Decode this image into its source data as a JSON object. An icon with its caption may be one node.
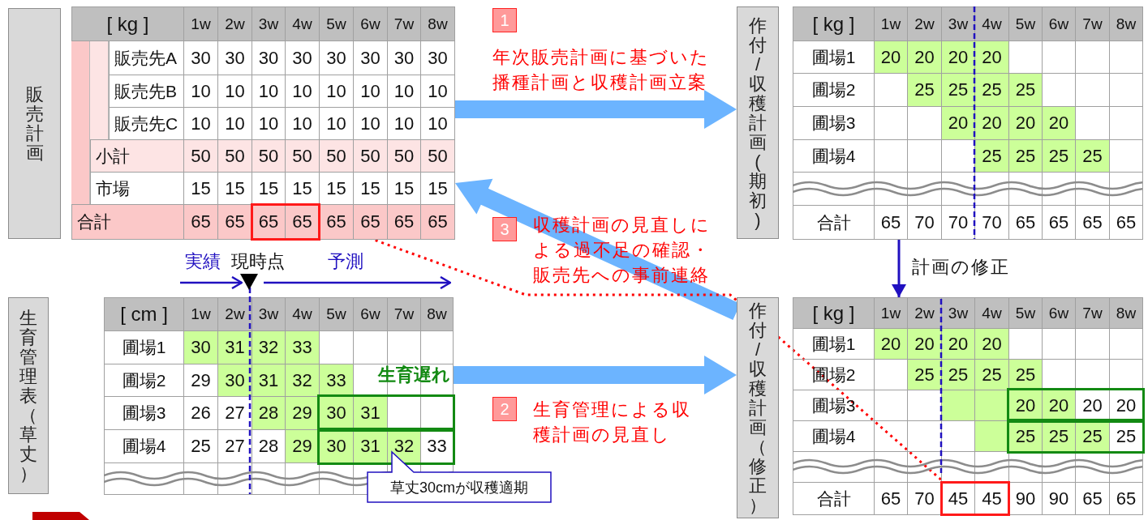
{
  "diagram": {
    "nodes": [
      {
        "text": [
          "販売計画"
        ]
      },
      {
        "text": [
          "作付/収穫計画(期初)"
        ]
      },
      {
        "text": [
          "生育管理表（草丈）"
        ]
      },
      {
        "text": [
          "作付/収穫計画（修正）"
        ]
      },
      {
        "text": [
          "草丈30cmが収穫適期"
        ]
      },
      {
        "text": [],
        "shape": "box",
        "in": 0
      },
      {
        "text": [],
        "shape": "box",
        "in": 3
      }
    ],
    "edges": [
      {
        "from": 0,
        "to": 1,
        "arrow": "to",
        "label": "年次販売計画に基づいた播種計画と収穫計画立案",
        "style": "thick"
      },
      {
        "from": 2,
        "to": 3,
        "arrow": "to",
        "label": "生育管理による収穫計画の見直し",
        "style": "thick"
      },
      {
        "from": 3,
        "to": 0,
        "arrow": "to",
        "label": "収穫計画の見直しによる過不足の確認・販売先への事前連絡",
        "style": "thick"
      },
      {
        "from": 1,
        "to": 3,
        "arrow": "to",
        "label": "計画の修正",
        "color": "#2010c0"
      },
      {
        "from": 5,
        "to": 6,
        "arrow": "none",
        "style": "dashed",
        "color": "#ff0000"
      }
    ],
    "labels": [
      "[ kg ]",
      "1w",
      "2w",
      "3w",
      "4w",
      "5w",
      "6w",
      "7w",
      "8w",
      "販売先A",
      "30",
      "30",
      "30",
      "30",
      "30",
      "30",
      "30",
      "30",
      "販売先B",
      "10",
      "10",
      "10",
      "10",
      "10",
      "10",
      "10",
      "10",
      "販売先C",
      "10",
      "10",
      "10",
      "10",
      "10",
      "10",
      "10",
      "10",
      "小計",
      "50",
      "50",
      "50",
      "50",
      "50",
      "50",
      "50",
      "50",
      "市場",
      "15",
      "15",
      "15",
      "15",
      "15",
      "15",
      "15",
      "15",
      "合計",
      "65",
      "65",
      "65",
      "65",
      "65",
      "65",
      "65",
      "65",
      "1",
      "[ kg ]",
      "1w",
      "2w",
      "3w",
      "4w",
      "5w",
      "6w",
      "7w",
      "8w",
      "圃場1",
      "20",
      "20",
      "20",
      "20",
      "圃場2",
      "25",
      "25",
      "25",
      "25",
      "圃場3",
      "20",
      "20",
      "20",
      "20",
      "圃場4",
      "25",
      "25",
      "25",
      "25",
      "合計",
      "65",
      "70",
      "70",
      "70",
      "65",
      "65",
      "65",
      "65",
      "3",
      "実績",
      "現時点",
      "予測",
      "[ cm ]",
      "1w",
      "2w",
      "3w",
      "4w",
      "5w",
      "6w",
      "7w",
      "8w",
      "圃場1",
      "30",
      "31",
      "32",
      "33",
      "圃場2",
      "29",
      "30",
      "31",
      "32",
      "33",
      "圃場3",
      "26",
      "27",
      "28",
      "29",
      "30",
      "31",
      "圃場4",
      "25",
      "27",
      "28",
      "29",
      "30",
      "31",
      "32",
      "33",
      "生育遅れ",
      "2",
      "[ kg ]",
      "1w",
      "2w",
      "3w",
      "4w",
      "5w",
      "6w",
      "7w",
      "8w",
      "圃場1",
      "20",
      "20",
      "20",
      "20",
      "圃場2",
      "25",
      "25",
      "25",
      "25",
      "圃場3",
      "20",
      "20",
      "20",
      "20",
      "圃場4",
      "25",
      "25",
      "25",
      "25",
      "合計",
      "65",
      "70",
      "45",
      "45",
      "90",
      "90",
      "65",
      "65"
    ]
  }
}
